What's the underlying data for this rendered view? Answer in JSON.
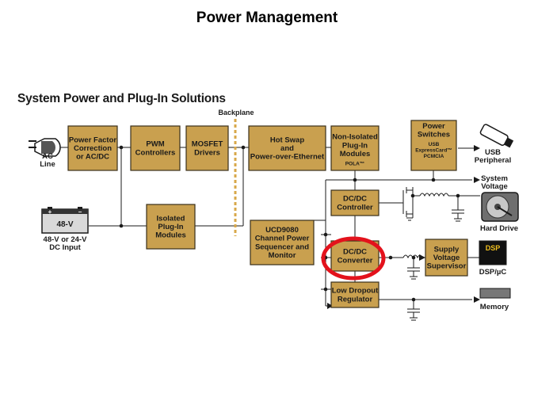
{
  "page": {
    "title": "Power Management",
    "section_title": "System Power and Plug-In Solutions"
  },
  "colors": {
    "block_fill": "#c9a04f",
    "block_stroke": "#3a2f1a",
    "highlight_ring": "#e3121c",
    "backplane": "#d8a84a",
    "line": "#1a1a1a"
  },
  "blocks": {
    "pfc": [
      "Power Factor",
      "Correction",
      "or AC/DC"
    ],
    "pwm": [
      "PWM",
      "Controllers"
    ],
    "mosfet": [
      "MOSFET",
      "Drivers"
    ],
    "hotswap": [
      "Hot Swap",
      "and",
      "Power-over-Ethernet"
    ],
    "nonisolated": [
      "Non-Isolated",
      "Plug-In",
      "Modules"
    ],
    "nonisolated_sub": "POLA™",
    "isolated": [
      "Isolated",
      "Plug-In",
      "Modules"
    ],
    "ucd": [
      "UCD9080",
      "Channel Power",
      "Sequencer and",
      "Monitor"
    ],
    "dcdc_controller": [
      "DC/DC",
      "Controller"
    ],
    "dcdc_converter": [
      "DC/DC",
      "Converter"
    ],
    "ldo": [
      "Low Dropout",
      "Regulator"
    ],
    "supervisor": [
      "Supply",
      "Voltage",
      "Supervisor"
    ],
    "power_switches": [
      "Power",
      "Switches"
    ],
    "power_switches_sub": [
      "USB",
      "ExpressCard™",
      "PCMCIA"
    ]
  },
  "labels": {
    "backplane": "Backplane",
    "ac_line": [
      "AC",
      "Line"
    ],
    "battery_voltage": "48-V",
    "battery_plus": "+",
    "battery_minus": "−",
    "dc_input": [
      "48-V or 24-V",
      "DC Input"
    ],
    "usb": [
      "USB",
      "Peripheral"
    ],
    "system_voltage": [
      "System",
      "Voltage"
    ],
    "hard_drive": "Hard Drive",
    "dsp_chip": "DSP",
    "dsp": "DSP/µC",
    "memory": "Memory"
  }
}
